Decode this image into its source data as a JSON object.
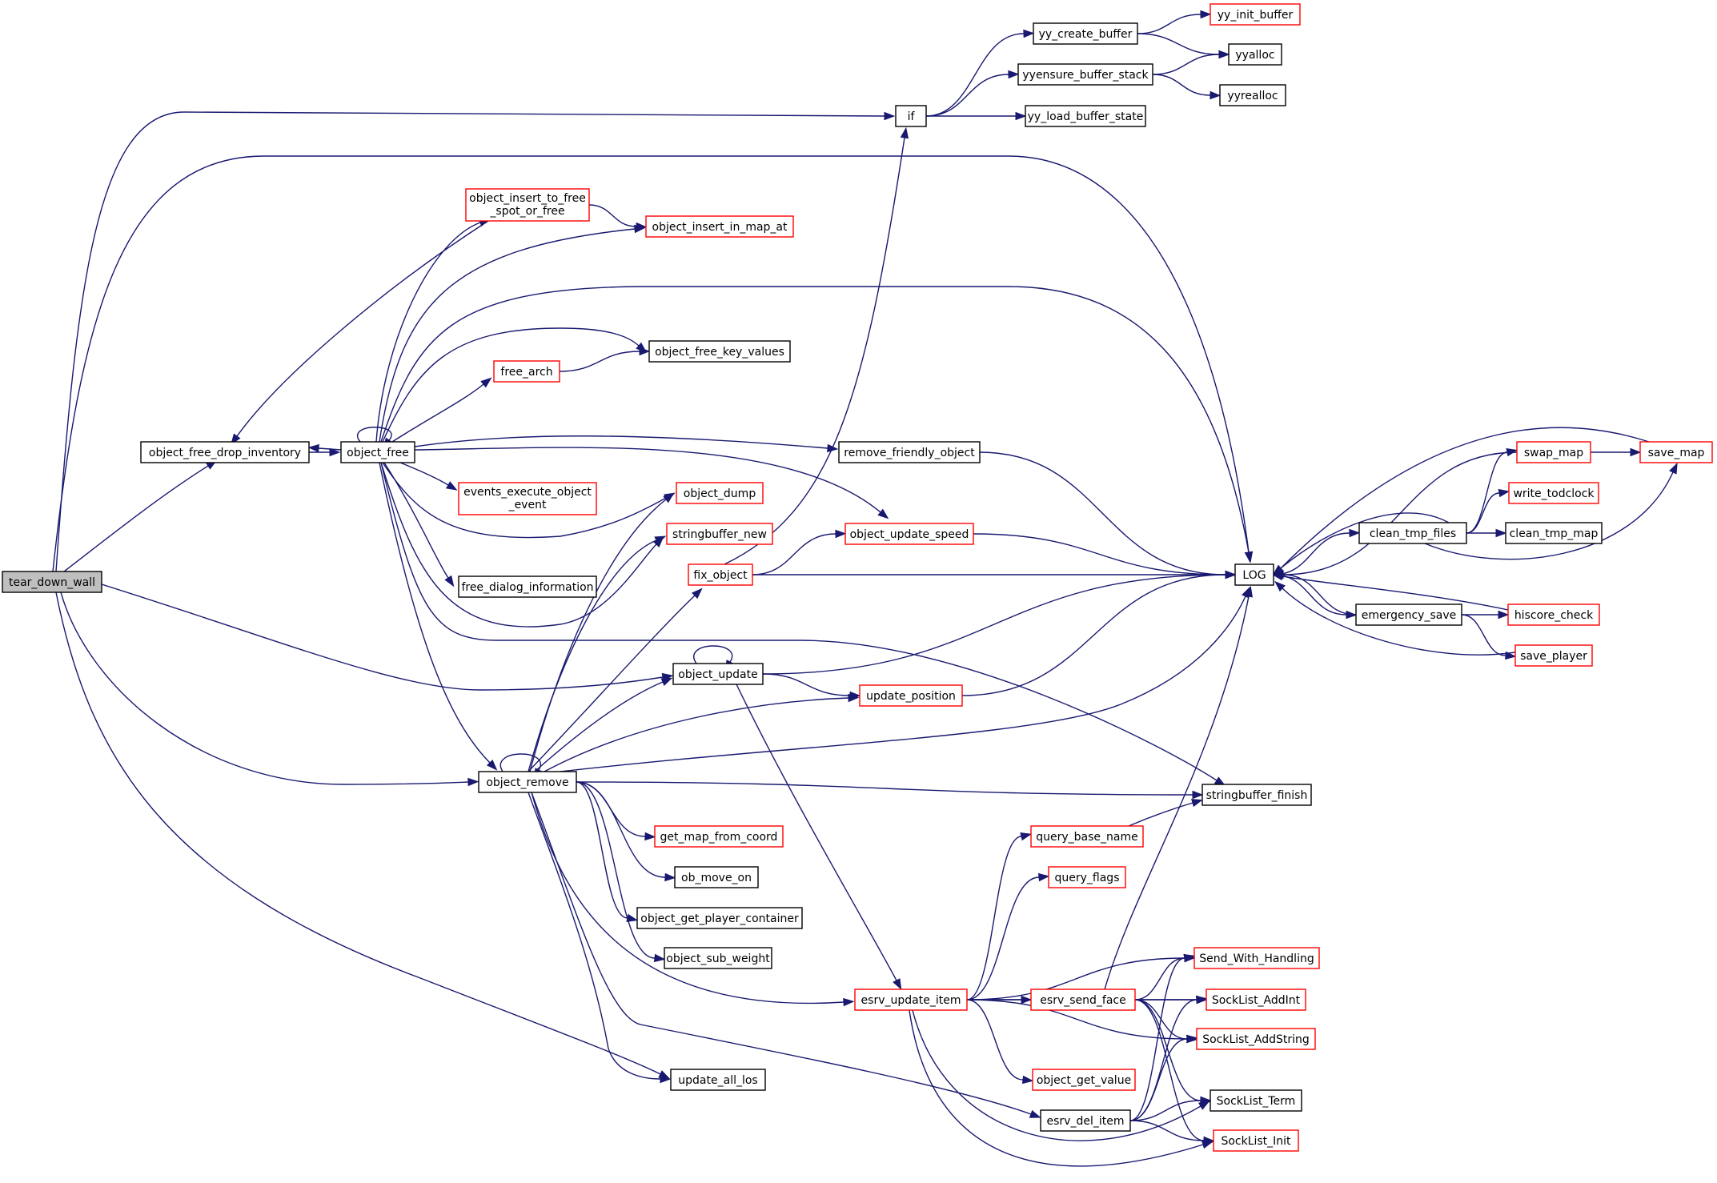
{
  "colors": {
    "edge": "#191970",
    "node_border": "#000000",
    "node_border_external": "#ff0000",
    "root_fill": "#bfbfbf",
    "node_fill": "#ffffff"
  },
  "nodes": {
    "tear_down_wall": {
      "label": "tear_down_wall",
      "style": "root"
    },
    "if": {
      "label": "if",
      "style": "normal"
    },
    "yy_create_buffer": {
      "label": "yy_create_buffer",
      "style": "normal"
    },
    "yy_init_buffer": {
      "label": "yy_init_buffer",
      "style": "red"
    },
    "yyalloc": {
      "label": "yyalloc",
      "style": "normal"
    },
    "yyensure_buffer_stack": {
      "label": "yyensure_buffer_stack",
      "style": "normal"
    },
    "yyrealloc": {
      "label": "yyrealloc",
      "style": "normal"
    },
    "yy_load_buffer_state": {
      "label": "yy_load_buffer_state",
      "style": "normal"
    },
    "object_insert_to_free_spot_or_free": {
      "label": [
        "object_insert_to_free",
        "_spot_or_free"
      ],
      "style": "red"
    },
    "object_insert_in_map_at": {
      "label": "object_insert_in_map_at",
      "style": "red"
    },
    "object_free_key_values": {
      "label": "object_free_key_values",
      "style": "normal"
    },
    "free_arch": {
      "label": "free_arch",
      "style": "red"
    },
    "object_free_drop_inventory": {
      "label": "object_free_drop_inventory",
      "style": "normal"
    },
    "object_free": {
      "label": "object_free",
      "style": "normal"
    },
    "remove_friendly_object": {
      "label": "remove_friendly_object",
      "style": "normal"
    },
    "events_execute_object_event": {
      "label": [
        "events_execute_object",
        "_event"
      ],
      "style": "red"
    },
    "object_dump": {
      "label": "object_dump",
      "style": "red"
    },
    "stringbuffer_new": {
      "label": "stringbuffer_new",
      "style": "red"
    },
    "object_update_speed": {
      "label": "object_update_speed",
      "style": "red"
    },
    "fix_object": {
      "label": "fix_object",
      "style": "red"
    },
    "free_dialog_information": {
      "label": "free_dialog_information",
      "style": "normal"
    },
    "LOG": {
      "label": "LOG",
      "style": "normal"
    },
    "clean_tmp_files": {
      "label": "clean_tmp_files",
      "style": "normal"
    },
    "swap_map": {
      "label": "swap_map",
      "style": "red"
    },
    "save_map": {
      "label": "save_map",
      "style": "red"
    },
    "write_todclock": {
      "label": "write_todclock",
      "style": "red"
    },
    "clean_tmp_map": {
      "label": "clean_tmp_map",
      "style": "normal"
    },
    "emergency_save": {
      "label": "emergency_save",
      "style": "normal"
    },
    "hiscore_check": {
      "label": "hiscore_check",
      "style": "red"
    },
    "save_player": {
      "label": "save_player",
      "style": "red"
    },
    "object_update": {
      "label": "object_update",
      "style": "normal"
    },
    "update_position": {
      "label": "update_position",
      "style": "red"
    },
    "object_remove": {
      "label": "object_remove",
      "style": "normal"
    },
    "stringbuffer_finish": {
      "label": "stringbuffer_finish",
      "style": "normal"
    },
    "get_map_from_coord": {
      "label": "get_map_from_coord",
      "style": "red"
    },
    "query_base_name": {
      "label": "query_base_name",
      "style": "red"
    },
    "ob_move_on": {
      "label": "ob_move_on",
      "style": "normal"
    },
    "query_flags": {
      "label": "query_flags",
      "style": "red"
    },
    "object_get_player_container": {
      "label": "object_get_player_container",
      "style": "normal"
    },
    "object_sub_weight": {
      "label": "object_sub_weight",
      "style": "normal"
    },
    "Send_With_Handling": {
      "label": "Send_With_Handling",
      "style": "red"
    },
    "esrv_update_item": {
      "label": "esrv_update_item",
      "style": "red"
    },
    "esrv_send_face": {
      "label": "esrv_send_face",
      "style": "red"
    },
    "SockList_AddInt": {
      "label": "SockList_AddInt",
      "style": "red"
    },
    "SockList_AddString": {
      "label": "SockList_AddString",
      "style": "red"
    },
    "object_get_value": {
      "label": "object_get_value",
      "style": "red"
    },
    "update_all_los": {
      "label": "update_all_los",
      "style": "normal"
    },
    "SockList_Term": {
      "label": "SockList_Term",
      "style": "normal"
    },
    "esrv_del_item": {
      "label": "esrv_del_item",
      "style": "normal"
    },
    "SockList_Init": {
      "label": "SockList_Init",
      "style": "red"
    }
  },
  "edges": [
    [
      "tear_down_wall",
      "if"
    ],
    [
      "tear_down_wall",
      "LOG"
    ],
    [
      "tear_down_wall",
      "object_free_drop_inventory"
    ],
    [
      "tear_down_wall",
      "object_update"
    ],
    [
      "tear_down_wall",
      "object_remove"
    ],
    [
      "tear_down_wall",
      "update_all_los"
    ],
    [
      "if",
      "yy_create_buffer"
    ],
    [
      "if",
      "yyensure_buffer_stack"
    ],
    [
      "if",
      "yy_load_buffer_state"
    ],
    [
      "yy_create_buffer",
      "yy_init_buffer"
    ],
    [
      "yy_create_buffer",
      "yyalloc"
    ],
    [
      "yyensure_buffer_stack",
      "yyalloc"
    ],
    [
      "yyensure_buffer_stack",
      "yyrealloc"
    ],
    [
      "object_insert_to_free_spot_or_free",
      "object_insert_in_map_at"
    ],
    [
      "object_insert_to_free_spot_or_free",
      "object_free_drop_inventory"
    ],
    [
      "free_arch",
      "object_free_key_values"
    ],
    [
      "object_free_drop_inventory",
      "object_free"
    ],
    [
      "object_free",
      "object_free_drop_inventory"
    ],
    [
      "object_free",
      "object_free"
    ],
    [
      "object_free",
      "object_insert_to_free_spot_or_free"
    ],
    [
      "object_free",
      "object_insert_in_map_at"
    ],
    [
      "object_free",
      "LOG"
    ],
    [
      "object_free",
      "object_free_key_values"
    ],
    [
      "object_free",
      "free_arch"
    ],
    [
      "object_free",
      "remove_friendly_object"
    ],
    [
      "object_free",
      "object_update_speed"
    ],
    [
      "object_free",
      "events_execute_object_event"
    ],
    [
      "object_free",
      "object_dump"
    ],
    [
      "object_free",
      "stringbuffer_new"
    ],
    [
      "object_free",
      "free_dialog_information"
    ],
    [
      "object_free",
      "stringbuffer_finish"
    ],
    [
      "object_free",
      "object_remove"
    ],
    [
      "remove_friendly_object",
      "LOG"
    ],
    [
      "object_update_speed",
      "LOG"
    ],
    [
      "fix_object",
      "if"
    ],
    [
      "fix_object",
      "object_update_speed"
    ],
    [
      "fix_object",
      "LOG"
    ],
    [
      "LOG",
      "clean_tmp_files"
    ],
    [
      "LOG",
      "emergency_save"
    ],
    [
      "clean_tmp_files",
      "LOG"
    ],
    [
      "clean_tmp_files",
      "swap_map"
    ],
    [
      "clean_tmp_files",
      "write_todclock"
    ],
    [
      "clean_tmp_files",
      "clean_tmp_map"
    ],
    [
      "clean_tmp_files",
      "save_map"
    ],
    [
      "swap_map",
      "LOG"
    ],
    [
      "swap_map",
      "save_map"
    ],
    [
      "save_map",
      "LOG"
    ],
    [
      "emergency_save",
      "LOG"
    ],
    [
      "emergency_save",
      "hiscore_check"
    ],
    [
      "emergency_save",
      "save_player"
    ],
    [
      "hiscore_check",
      "LOG"
    ],
    [
      "save_player",
      "LOG"
    ],
    [
      "object_update",
      "object_update"
    ],
    [
      "object_update",
      "LOG"
    ],
    [
      "object_update",
      "update_position"
    ],
    [
      "object_update",
      "esrv_update_item"
    ],
    [
      "update_position",
      "LOG"
    ],
    [
      "object_remove",
      "object_remove"
    ],
    [
      "object_remove",
      "object_dump"
    ],
    [
      "object_remove",
      "stringbuffer_new"
    ],
    [
      "object_remove",
      "fix_object"
    ],
    [
      "object_remove",
      "object_update"
    ],
    [
      "object_remove",
      "update_position"
    ],
    [
      "object_remove",
      "LOG"
    ],
    [
      "object_remove",
      "stringbuffer_finish"
    ],
    [
      "object_remove",
      "get_map_from_coord"
    ],
    [
      "object_remove",
      "ob_move_on"
    ],
    [
      "object_remove",
      "object_get_player_container"
    ],
    [
      "object_remove",
      "object_sub_weight"
    ],
    [
      "object_remove",
      "esrv_update_item"
    ],
    [
      "object_remove",
      "update_all_los"
    ],
    [
      "object_remove",
      "esrv_del_item"
    ],
    [
      "query_base_name",
      "stringbuffer_finish"
    ],
    [
      "esrv_update_item",
      "query_base_name"
    ],
    [
      "esrv_update_item",
      "query_flags"
    ],
    [
      "esrv_update_item",
      "Send_With_Handling"
    ],
    [
      "esrv_update_item",
      "SockList_AddInt"
    ],
    [
      "esrv_update_item",
      "esrv_send_face"
    ],
    [
      "esrv_update_item",
      "SockList_AddString"
    ],
    [
      "esrv_update_item",
      "object_get_value"
    ],
    [
      "esrv_update_item",
      "SockList_Term"
    ],
    [
      "esrv_update_item",
      "SockList_Init"
    ],
    [
      "esrv_send_face",
      "LOG"
    ],
    [
      "esrv_send_face",
      "Send_With_Handling"
    ],
    [
      "esrv_send_face",
      "SockList_AddInt"
    ],
    [
      "esrv_send_face",
      "SockList_AddString"
    ],
    [
      "esrv_send_face",
      "SockList_Term"
    ],
    [
      "esrv_send_face",
      "SockList_Init"
    ],
    [
      "esrv_del_item",
      "Send_With_Handling"
    ],
    [
      "esrv_del_item",
      "SockList_AddInt"
    ],
    [
      "esrv_del_item",
      "SockList_AddString"
    ],
    [
      "esrv_del_item",
      "SockList_Term"
    ],
    [
      "esrv_del_item",
      "SockList_Init"
    ]
  ]
}
